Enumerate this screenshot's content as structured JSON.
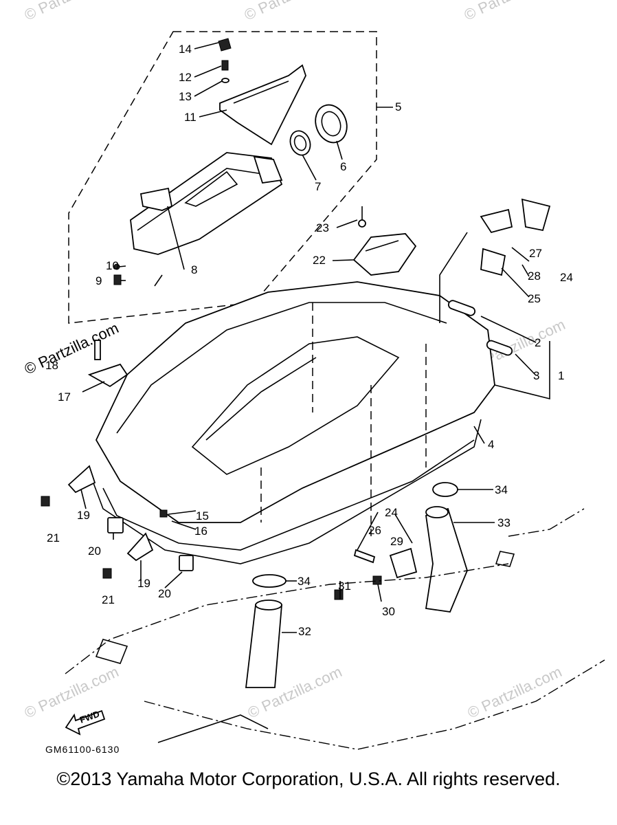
{
  "diagram": {
    "part_code": "GM61100-6130",
    "fwd_label": "FWD",
    "watermark_text": "© Partzilla.com",
    "watermark_mid": "Partzilla.com",
    "callouts": {
      "c1": "1",
      "c2": "2",
      "c3": "3",
      "c4": "4",
      "c5": "5",
      "c6": "6",
      "c7": "7",
      "c8": "8",
      "c9": "9",
      "c10": "10",
      "c11": "11",
      "c12": "12",
      "c13": "13",
      "c14": "14",
      "c15": "15",
      "c16": "16",
      "c17": "17",
      "c18": "18",
      "c19a": "19",
      "c19b": "19",
      "c20a": "20",
      "c20b": "20",
      "c21a": "21",
      "c21b": "21",
      "c22": "22",
      "c23": "23",
      "c24a": "24",
      "c24b": "24",
      "c25": "25",
      "c26": "26",
      "c27": "27",
      "c28": "28",
      "c29": "29",
      "c30": "30",
      "c31": "31",
      "c32": "32",
      "c33": "33",
      "c34a": "34",
      "c34b": "34"
    }
  },
  "footer": {
    "copyright": "©2013  Yamaha Motor Corporation, U.S.A. All rights reserved."
  }
}
